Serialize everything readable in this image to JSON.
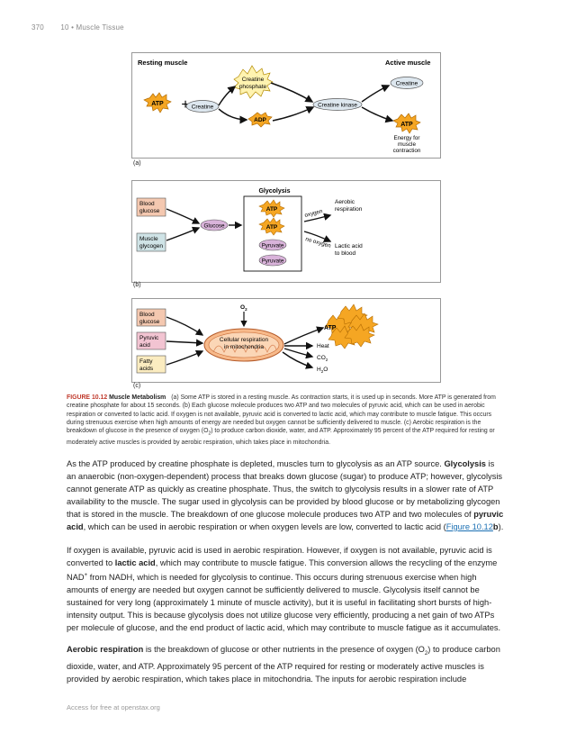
{
  "header": {
    "page_number": "370",
    "chapter": "10 • Muscle Tissue"
  },
  "figure_a": {
    "resting": "Resting muscle",
    "active": "Active muscle",
    "atp": "ATP",
    "plus": "+",
    "creatine": "Creatine",
    "creatine_phosphate_1": "Creatine",
    "creatine_phosphate_2": "phosphate",
    "adp": "ADP",
    "creatine_kinase": "Creatine kinase",
    "creatine_out": "Creatine",
    "atp_out": "ATP",
    "energy_1": "Energy for",
    "energy_2": "muscle",
    "energy_3": "contraction",
    "label": "(a)"
  },
  "figure_b": {
    "glycolysis": "Glycolysis",
    "blood_glucose_1": "Blood",
    "blood_glucose_2": "glucose",
    "muscle_glycogen_1": "Muscle",
    "muscle_glycogen_2": "glycogen",
    "glucose": "Glucose",
    "atp": "ATP",
    "pyruvate": "Pyruvate",
    "oxygen": "oxygen",
    "no_oxygen": "no oxygen",
    "aerobic_1": "Aerobic",
    "aerobic_2": "respiration",
    "lactic_1": "Lactic acid",
    "lactic_2": "to blood",
    "label": "(b)"
  },
  "figure_c": {
    "o2": "O",
    "o2_sub": "2",
    "blood_glucose_1": "Blood",
    "blood_glucose_2": "glucose",
    "pyruvic_1": "Pyruvic",
    "pyruvic_2": "acid",
    "fatty_1": "Fatty",
    "fatty_2": "acids",
    "cellular_1": "Cellular respiration",
    "cellular_2": "in mitochondria",
    "atp": "ATP",
    "heat": "Heat",
    "co2": "CO",
    "co2_sub": "2",
    "h2o_h": "H",
    "h2o_sub": "2",
    "h2o_o": "O",
    "label": "(c)"
  },
  "caption": {
    "number": "FIGURE 10.12",
    "title": "Muscle Metabolism",
    "text_1": "(a) Some ATP is stored in a resting muscle. As contraction starts, it is used up in seconds. More ATP is generated from creatine phosphate for about 15 seconds. (b) Each glucose molecule produces two ATP and two molecules of pyruvic acid, which can be used in aerobic respiration or converted to lactic acid. If oxygen is not available, pyruvic acid is converted to lactic acid, which may contribute to muscle fatigue. This occurs during strenuous exercise when high amounts of energy are needed but oxygen cannot be sufficiently delivered to muscle. (c) Aerobic respiration is the breakdown of glucose in the presence of oxygen (O",
    "sub_1": "2",
    "text_2": ") to produce carbon dioxide, water, and ATP. Approximately 95 percent of the ATP required for resting or moderately active muscles is provided by aerobic respiration, which takes place in mitochondria."
  },
  "para1": {
    "t1": "As the ATP produced by creatine phosphate is depleted, muscles turn to glycolysis as an ATP source. ",
    "b1": "Glycolysis",
    "t2": " is an anaerobic (non-oxygen-dependent) process that breaks down glucose (sugar) to produce ATP; however, glycolysis cannot generate ATP as quickly as creatine phosphate. Thus, the switch to glycolysis results in a slower rate of ATP availability to the muscle. The sugar used in glycolysis can be provided by blood glucose or by metabolizing glycogen that is stored in the muscle. The breakdown of one glucose molecule produces two ATP and two molecules of ",
    "b2": "pyruvic acid",
    "t3": ", which can be used in aerobic respiration or when oxygen levels are low, converted to lactic acid (",
    "link": "Figure 10.12",
    "b3": "b",
    "t4": ")."
  },
  "para2": {
    "t1": "If oxygen is available, pyruvic acid is used in aerobic respiration. However, if oxygen is not available, pyruvic acid is converted to ",
    "b1": "lactic acid",
    "t2": ", which may contribute to muscle fatigue. This conversion allows the recycling of the enzyme NAD",
    "sup": "+",
    "t3": " from NADH, which is needed for glycolysis to continue. This occurs during strenuous exercise when high amounts of energy are needed but oxygen cannot be sufficiently delivered to muscle. Glycolysis itself cannot be sustained for very long (approximately 1 minute of muscle activity), but it is useful in facilitating short bursts of high-intensity output. This is because glycolysis does not utilize glucose very efficiently, producing a net gain of two ATPs per molecule of glucose, and the end product of lactic acid, which may contribute to muscle fatigue as it accumulates."
  },
  "para3": {
    "b1": "Aerobic respiration",
    "t1": " is the breakdown of glucose or other nutrients in the presence of oxygen (O",
    "sub": "2",
    "t2": ") to produce carbon dioxide, water, and ATP. Approximately 95 percent of the ATP required for resting or moderately active muscles is provided by aerobic respiration, which takes place in mitochondria. The inputs for aerobic respiration include"
  },
  "footer": {
    "text": "Access for free at openstax.org"
  },
  "colors": {
    "atp_fill": "#f5a623",
    "creatine_fill": "#dde7ef",
    "pyruvate_fill": "#d9b3da",
    "figure_number": "#c0392b",
    "link": "#1a6fb3"
  }
}
